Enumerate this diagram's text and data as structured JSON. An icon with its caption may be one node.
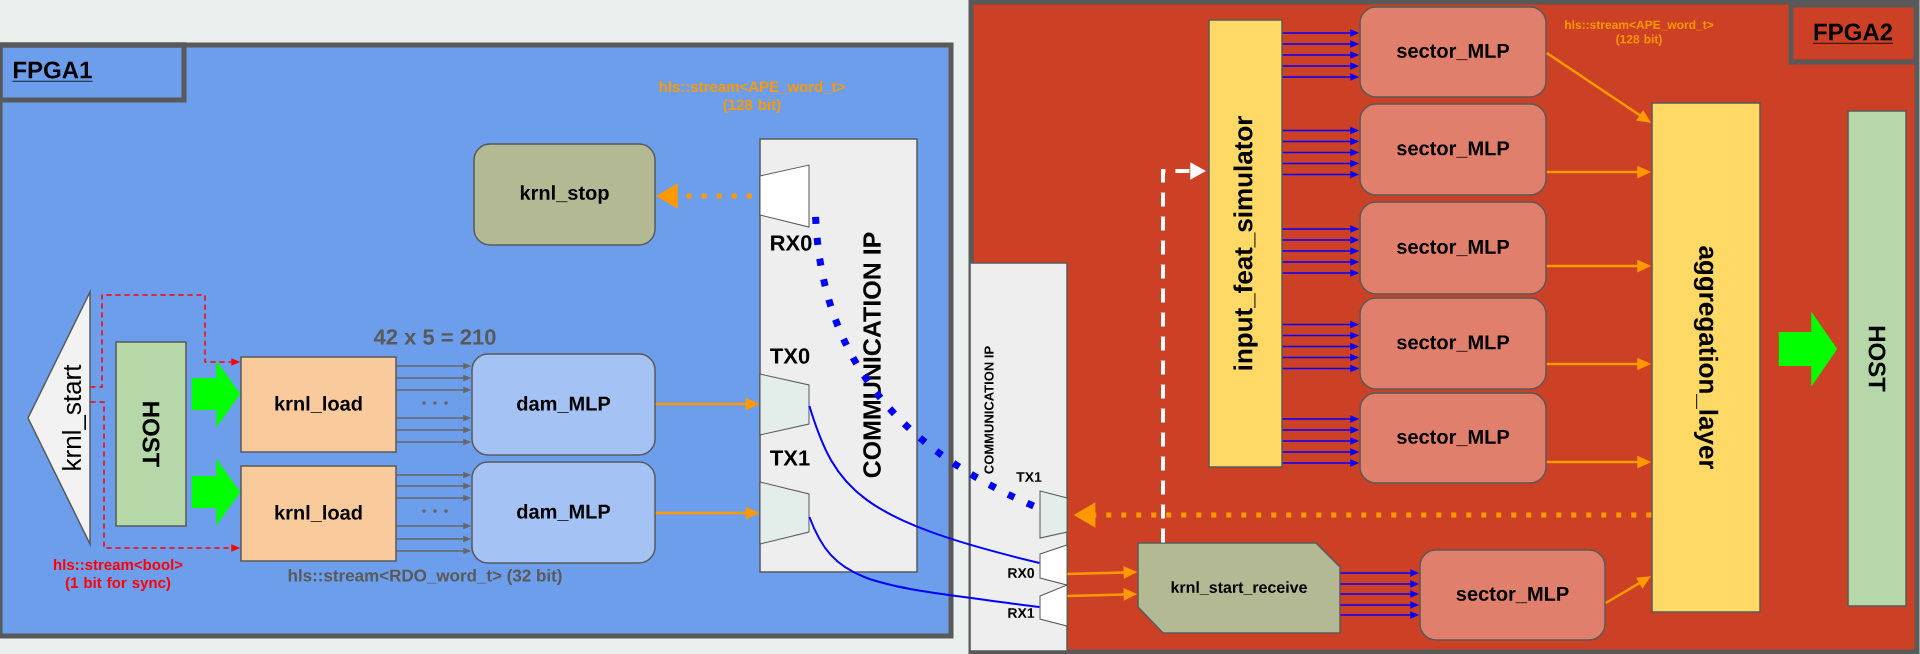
{
  "diagram": {
    "nodes": [
      {
        "text": [
          "FPGA1"
        ]
      },
      {
        "text": [
          "krnl_start"
        ],
        "in": 0
      },
      {
        "text": [
          "HOST"
        ],
        "in": 0
      },
      {
        "text": [
          "krnl_load"
        ],
        "in": 0
      },
      {
        "text": [
          "krnl_load"
        ],
        "in": 0
      },
      {
        "text": [
          "dam_MLP"
        ],
        "in": 0
      },
      {
        "text": [
          "dam_MLP"
        ],
        "in": 0
      },
      {
        "text": [
          "krnl_stop"
        ],
        "in": 0
      },
      {
        "text": [
          "COMMUNICATION IP"
        ],
        "in": 0
      },
      {
        "text": [
          "RX0"
        ],
        "in": 8
      },
      {
        "text": [
          "TX0"
        ],
        "in": 8
      },
      {
        "text": [
          "TX1"
        ],
        "in": 8
      },
      {
        "text": [
          "FPGA2"
        ]
      },
      {
        "text": [
          "COMMUNICATION IP"
        ],
        "in": 12
      },
      {
        "text": [
          "TX1"
        ],
        "in": 13
      },
      {
        "text": [
          "RX0"
        ],
        "in": 13
      },
      {
        "text": [
          "RX1"
        ],
        "in": 13
      },
      {
        "text": [
          "input_feat_simulator"
        ],
        "in": 12
      },
      {
        "text": [
          "sector_MLP"
        ],
        "in": 12
      },
      {
        "text": [
          "sector_MLP"
        ],
        "in": 12
      },
      {
        "text": [
          "sector_MLP"
        ],
        "in": 12
      },
      {
        "text": [
          "sector_MLP"
        ],
        "in": 12
      },
      {
        "text": [
          "sector_MLP"
        ],
        "in": 12
      },
      {
        "text": [
          "aggregation_layer"
        ],
        "in": 12
      },
      {
        "text": [
          "HOST"
        ],
        "in": 12
      },
      {
        "text": [
          "krnl_start_receive"
        ],
        "in": 12
      },
      {
        "text": [
          "sector_MLP"
        ],
        "in": 12
      }
    ],
    "edges": [
      {
        "from": 1,
        "to": 3,
        "arrow": "to",
        "style": "dashed",
        "color": "#ff0000"
      },
      {
        "from": 1,
        "to": 4,
        "arrow": "to",
        "style": "dashed",
        "color": "#ff0000"
      },
      {
        "from": 2,
        "to": 3,
        "arrow": "to",
        "style": "thick",
        "color": "#00ff00"
      },
      {
        "from": 2,
        "to": 4,
        "arrow": "to",
        "style": "thick",
        "color": "#00ff00"
      },
      {
        "from": 3,
        "to": 5,
        "arrow": "to",
        "color": "#666666"
      },
      {
        "from": 3,
        "to": 5,
        "arrow": "to",
        "color": "#666666"
      },
      {
        "from": 3,
        "to": 5,
        "arrow": "to",
        "color": "#666666"
      },
      {
        "from": 3,
        "to": 5,
        "arrow": "to",
        "color": "#666666"
      },
      {
        "from": 3,
        "to": 5,
        "arrow": "to",
        "color": "#666666"
      },
      {
        "from": 3,
        "to": 5,
        "arrow": "to",
        "color": "#666666"
      },
      {
        "from": 4,
        "to": 6,
        "arrow": "to",
        "color": "#666666"
      },
      {
        "from": 4,
        "to": 6,
        "arrow": "to",
        "color": "#666666"
      },
      {
        "from": 4,
        "to": 6,
        "arrow": "to",
        "color": "#666666"
      },
      {
        "from": 4,
        "to": 6,
        "arrow": "to",
        "color": "#666666"
      },
      {
        "from": 4,
        "to": 6,
        "arrow": "to",
        "color": "#666666"
      },
      {
        "from": 4,
        "to": 6,
        "arrow": "to",
        "color": "#666666"
      },
      {
        "from": 5,
        "to": 10,
        "arrow": "to",
        "color": "#ff9900"
      },
      {
        "from": 6,
        "to": 11,
        "arrow": "to",
        "color": "#ff9900"
      },
      {
        "from": 9,
        "to": 7,
        "arrow": "to",
        "style": "dashed",
        "color": "#ff9900"
      },
      {
        "from": 10,
        "to": 15,
        "arrow": "none"
      },
      {
        "from": 11,
        "to": 16,
        "arrow": "none"
      },
      {
        "from": 14,
        "to": 9,
        "arrow": "none",
        "style": "dashed"
      },
      {
        "from": 15,
        "to": 25,
        "arrow": "to",
        "color": "#ff9900"
      },
      {
        "from": 16,
        "to": 25,
        "arrow": "to",
        "color": "#ff9900"
      },
      {
        "from": 25,
        "to": 26,
        "arrow": "to"
      },
      {
        "from": 25,
        "to": 26,
        "arrow": "to"
      },
      {
        "from": 25,
        "to": 26,
        "arrow": "to"
      },
      {
        "from": 25,
        "to": 26,
        "arrow": "to"
      },
      {
        "from": 25,
        "to": 26,
        "arrow": "to"
      },
      {
        "from": 17,
        "to": 18,
        "arrow": "to"
      },
      {
        "from": 17,
        "to": 18,
        "arrow": "to"
      },
      {
        "from": 17,
        "to": 18,
        "arrow": "to"
      },
      {
        "from": 17,
        "to": 18,
        "arrow": "to"
      },
      {
        "from": 17,
        "to": 18,
        "arrow": "to"
      },
      {
        "from": 17,
        "to": 19,
        "arrow": "to"
      },
      {
        "from": 17,
        "to": 19,
        "arrow": "to"
      },
      {
        "from": 17,
        "to": 19,
        "arrow": "to"
      },
      {
        "from": 17,
        "to": 19,
        "arrow": "to"
      },
      {
        "from": 17,
        "to": 19,
        "arrow": "to"
      },
      {
        "from": 17,
        "to": 20,
        "arrow": "to"
      },
      {
        "from": 17,
        "to": 20,
        "arrow": "to"
      },
      {
        "from": 17,
        "to": 20,
        "arrow": "to"
      },
      {
        "from": 17,
        "to": 20,
        "arrow": "to"
      },
      {
        "from": 17,
        "to": 20,
        "arrow": "to"
      },
      {
        "from": 17,
        "to": 21,
        "arrow": "to"
      },
      {
        "from": 17,
        "to": 21,
        "arrow": "to"
      },
      {
        "from": 17,
        "to": 21,
        "arrow": "to"
      },
      {
        "from": 17,
        "to": 21,
        "arrow": "to"
      },
      {
        "from": 17,
        "to": 21,
        "arrow": "to"
      },
      {
        "from": 17,
        "to": 22,
        "arrow": "to"
      },
      {
        "from": 17,
        "to": 22,
        "arrow": "to"
      },
      {
        "from": 17,
        "to": 22,
        "arrow": "to"
      },
      {
        "from": 17,
        "to": 22,
        "arrow": "to"
      },
      {
        "from": 17,
        "to": 22,
        "arrow": "to"
      },
      {
        "from": 18,
        "to": 23,
        "arrow": "to",
        "color": "#ff9900"
      },
      {
        "from": 19,
        "to": 23,
        "arrow": "to",
        "color": "#ff9900"
      },
      {
        "from": 20,
        "to": 23,
        "arrow": "to",
        "color": "#ff9900"
      },
      {
        "from": 21,
        "to": 23,
        "arrow": "to",
        "color": "#ff9900"
      },
      {
        "from": 22,
        "to": 23,
        "arrow": "to",
        "color": "#ff9900"
      },
      {
        "from": 26,
        "to": 23,
        "arrow": "to",
        "color": "#ff9900"
      },
      {
        "from": 23,
        "to": 14,
        "arrow": "to",
        "style": "dashed",
        "color": "#ff9900"
      },
      {
        "from": 25,
        "to": 17,
        "arrow": "to",
        "style": "dashed",
        "color": "#ffffff"
      },
      {
        "from": 23,
        "to": 24,
        "arrow": "to",
        "style": "thick",
        "color": "#00ff00"
      }
    ],
    "labels": [
      "42 x 5 = 210",
      "hls::stream<RDO_word_t> (32 bit)",
      "hls::stream<bool> (1 bit for sync)",
      "hls::stream<APE_word_t> (128 bit)",
      "hls::stream<APE_word_t> (128 bit)"
    ]
  }
}
